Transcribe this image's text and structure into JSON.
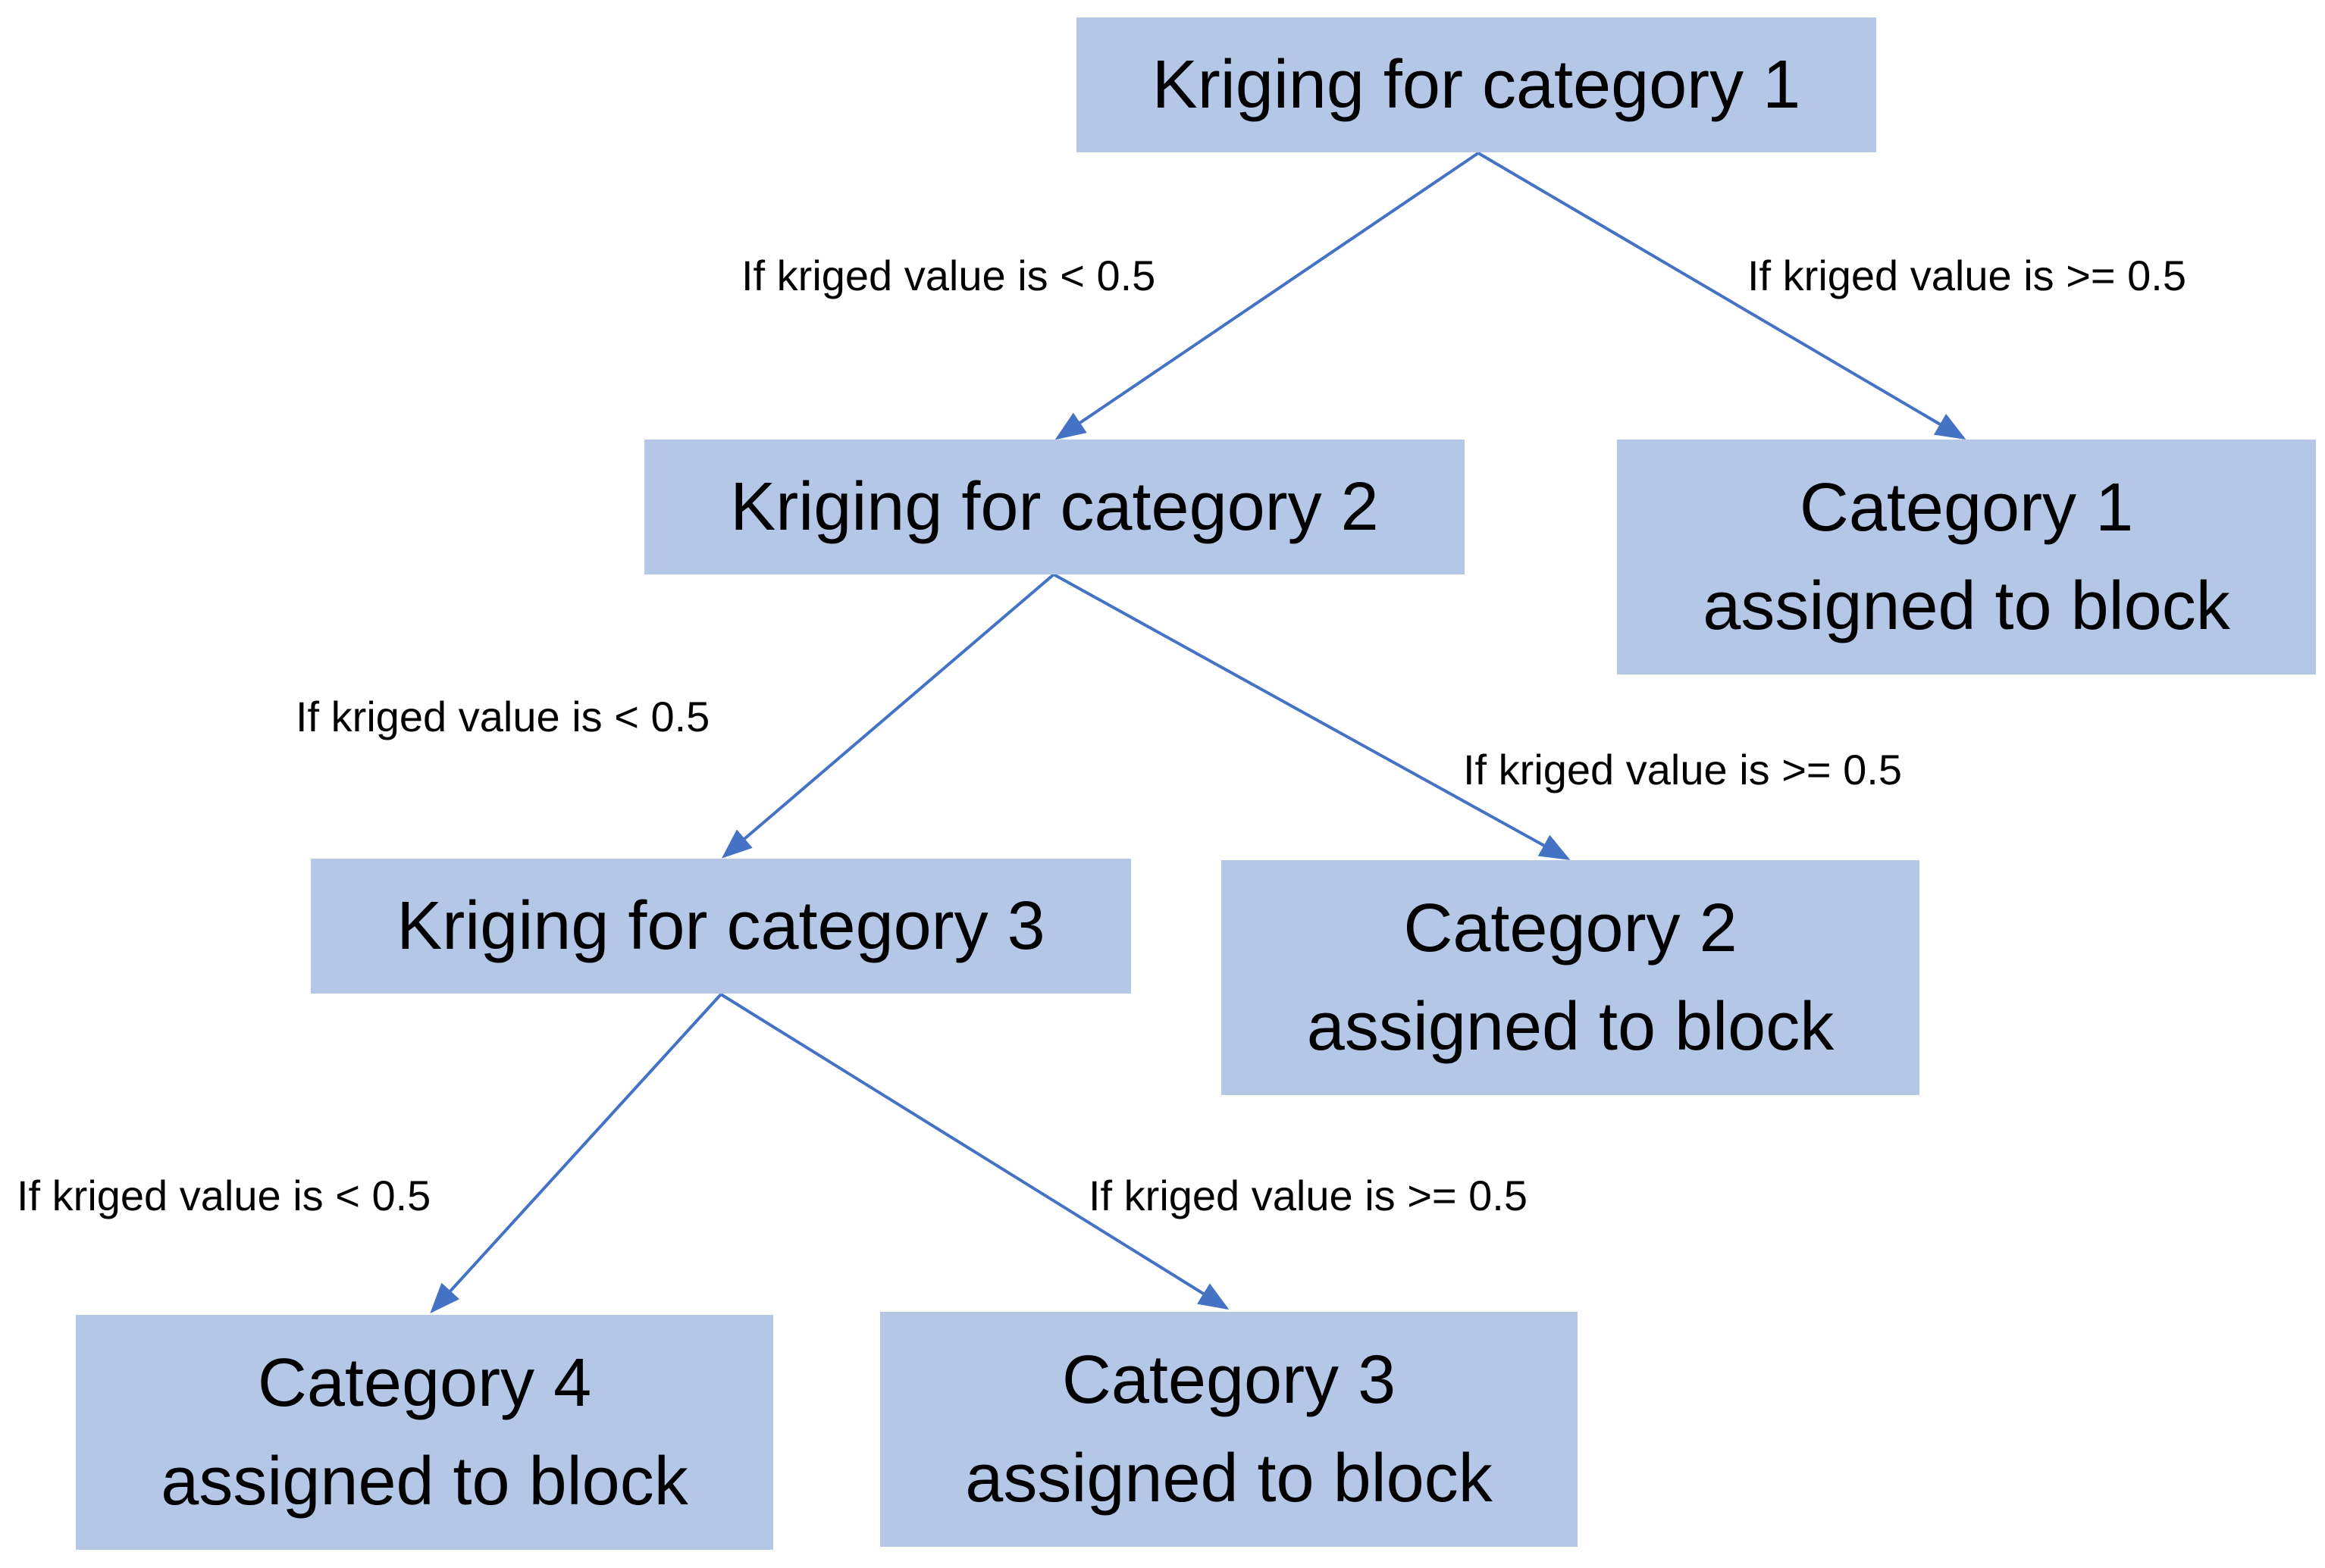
{
  "colors": {
    "box_fill": "#b4c7e7",
    "connector": "#4472c4",
    "text": "#000000"
  },
  "nodes": {
    "krig1": {
      "line1": "Kriging for category 1"
    },
    "krig2": {
      "line1": "Kriging for category 2"
    },
    "krig3": {
      "line1": "Kriging for category 3"
    },
    "cat1": {
      "line1": "Category 1",
      "line2": "assigned to block"
    },
    "cat2": {
      "line1": "Category 2",
      "line2": "assigned to block"
    },
    "cat3": {
      "line1": "Category 3",
      "line2": "assigned to block"
    },
    "cat4": {
      "line1": "Category 4",
      "line2": "assigned to block"
    }
  },
  "edges": {
    "krig1_to_krig2": "If kriged value is < 0.5",
    "krig1_to_cat1": "If kriged value is >= 0.5",
    "krig2_to_krig3": "If kriged value is < 0.5",
    "krig2_to_cat2": "If kriged value is >= 0.5",
    "krig3_to_cat4": "If kriged value is < 0.5",
    "krig3_to_cat3": "If kriged value is >= 0.5"
  }
}
